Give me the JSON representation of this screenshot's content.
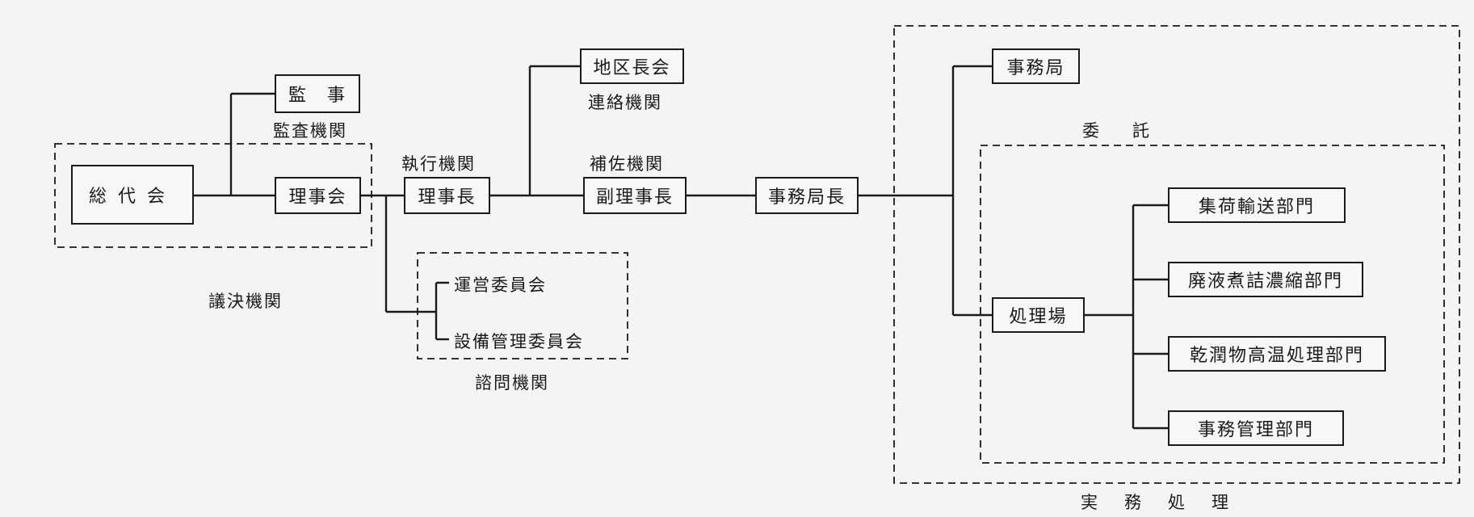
{
  "nodes": {
    "soudaikai": "総代会",
    "kanji": "監　事",
    "rijikai": "理事会",
    "rijichou": "理事長",
    "chikuchoukai": "地区長会",
    "fukurijichou": "副理事長",
    "jimukyokuchou": "事務局長",
    "jimukyoku": "事務局",
    "shorijou": "処理場",
    "unei_iinkai": "運営委員会",
    "setsubi_iinkai": "設備管理委員会",
    "bumon_shuka": "集荷輸送部門",
    "bumon_haieki": "廃液煮詰濃縮部門",
    "bumon_kansou": "乾潤物高温処理部門",
    "bumon_jimu": "事務管理部門"
  },
  "labels": {
    "kansa_kikan": "監査機関",
    "giketsu_kikan": "議決機関",
    "shikkou_kikan": "執行機関",
    "renraku_kikan": "連絡機関",
    "hosa_kikan": "補佐機関",
    "shimon_kikan": "諮問機関",
    "itaku": "委　託",
    "jitsumu_shori": "実　務　処　理"
  }
}
